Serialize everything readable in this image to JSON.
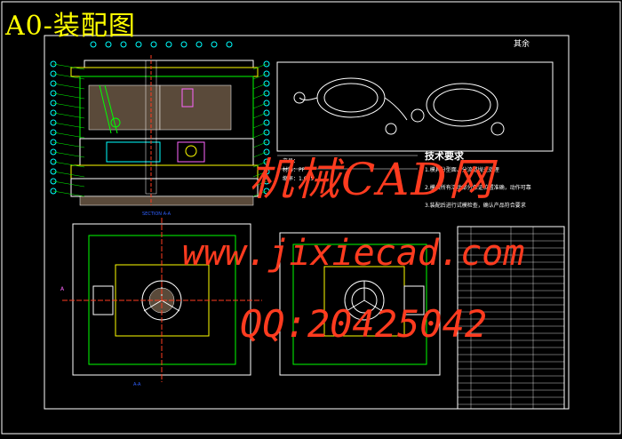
{
  "drawing": {
    "title": "A0-装配图",
    "roughness_label": "其余",
    "section_label": "SECTION A-A",
    "bottom_label": "A-A",
    "technical_requirements_title": "技术要求",
    "product_label": "产品：",
    "material_label": "材料：PP",
    "shrink_label": "缩率：1.015",
    "view_label_a": "A",
    "notes": [
      "1.模具分型面、分流道抛光处理",
      "2.模具所有活动部分保证位置准确，动作可靠",
      "3.装配后进行试模检查，确认产品符合要求"
    ]
  },
  "watermark": {
    "line1": "机械CAD网",
    "line2": "www.jixiecad.com",
    "line3": "QQ:20425042"
  },
  "colors": {
    "frame": "#ffffff",
    "yellow": "#ffff00",
    "green": "#00ff00",
    "cyan": "#00ffff",
    "red": "#ff3b1f",
    "magenta": "#ff66ff",
    "blue": "#3060ff"
  }
}
